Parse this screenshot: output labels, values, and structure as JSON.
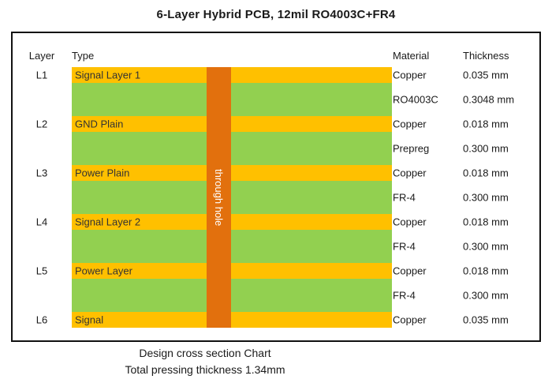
{
  "title": "6-Layer Hybrid PCB, 12mil RO4003C+FR4",
  "headers": {
    "layer": "Layer",
    "type": "Type",
    "material": "Material",
    "thickness": "Thickness"
  },
  "through_hole_label": "through hole",
  "colors": {
    "copper_band": "#FFC000",
    "dielectric_band": "#92D050",
    "through_hole": "#E2700D"
  },
  "rows": [
    {
      "kind": "copper",
      "layer": "L1",
      "type": "Signal Layer 1",
      "material": "Copper",
      "thickness": "0.035 mm"
    },
    {
      "kind": "dielectric",
      "layer": "",
      "type": "",
      "material": "RO4003C",
      "thickness": "0.3048 mm"
    },
    {
      "kind": "copper",
      "layer": "L2",
      "type": "GND Plain",
      "material": "Copper",
      "thickness": "0.018 mm"
    },
    {
      "kind": "dielectric",
      "layer": "",
      "type": "",
      "material": "Prepreg",
      "thickness": "0.300 mm"
    },
    {
      "kind": "copper",
      "layer": "L3",
      "type": "Power Plain",
      "material": "Copper",
      "thickness": "0.018 mm"
    },
    {
      "kind": "dielectric",
      "layer": "",
      "type": "",
      "material": "FR-4",
      "thickness": "0.300 mm"
    },
    {
      "kind": "copper",
      "layer": "L4",
      "type": "Signal Layer 2",
      "material": "Copper",
      "thickness": "0.018 mm"
    },
    {
      "kind": "dielectric",
      "layer": "",
      "type": "",
      "material": "FR-4",
      "thickness": "0.300 mm"
    },
    {
      "kind": "copper",
      "layer": "L5",
      "type": "Power Layer",
      "material": "Copper",
      "thickness": "0.018 mm"
    },
    {
      "kind": "dielectric",
      "layer": "",
      "type": "",
      "material": "FR-4",
      "thickness": "0.300 mm"
    },
    {
      "kind": "copper",
      "layer": "L6",
      "type": "Signal",
      "material": "Copper",
      "thickness": "0.035 mm"
    }
  ],
  "captions": {
    "line1": "Design cross section Chart",
    "line2": "Total pressing thickness 1.34mm"
  }
}
